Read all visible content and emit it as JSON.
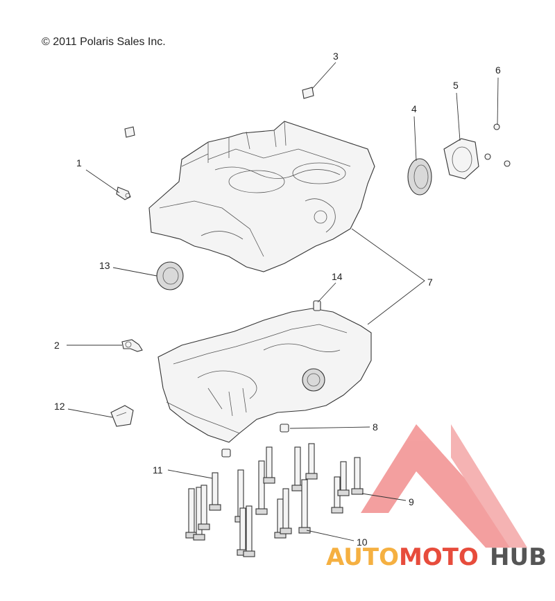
{
  "copyright": "© 2011 Polaris Sales Inc.",
  "callouts": [
    {
      "id": "1",
      "label": "1"
    },
    {
      "id": "2",
      "label": "2"
    },
    {
      "id": "3",
      "label": "3"
    },
    {
      "id": "4",
      "label": "4"
    },
    {
      "id": "5",
      "label": "5"
    },
    {
      "id": "6",
      "label": "6"
    },
    {
      "id": "7",
      "label": "7"
    },
    {
      "id": "8",
      "label": "8"
    },
    {
      "id": "9",
      "label": "9"
    },
    {
      "id": "10",
      "label": "10"
    },
    {
      "id": "11",
      "label": "11"
    },
    {
      "id": "12",
      "label": "12"
    },
    {
      "id": "13",
      "label": "13"
    },
    {
      "id": "14",
      "label": "14"
    }
  ],
  "watermark": {
    "auto": "AUTO",
    "moto": "MOTO",
    "hub": "HUB",
    "colors": {
      "auto": "#f5b041",
      "moto": "#e74c3c",
      "hub": "#555555",
      "logo": "#f08080"
    }
  }
}
